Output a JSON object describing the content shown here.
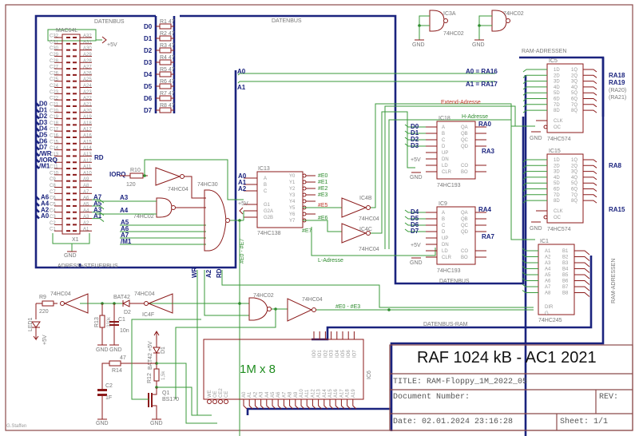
{
  "title_block": {
    "project": "RAF 1024 kB - AC1 2021",
    "title": "TITLE:  RAM-Floppy_1M_2022_05",
    "document_number": "Document Number:",
    "rev": "REV:",
    "date": "Date: 02.01.2024  23:16:28",
    "sheet": "Sheet: 1/1",
    "author": "G.Staffen"
  },
  "bus_labels": {
    "datenbus_left": "DATENBUS",
    "datenbus_mid": "DATENBUS",
    "datenbus_counters": "DATENBUS",
    "adress_steuerbus": "ADRESS+STEUERBUS",
    "ram_adressen_top": "RAM-ADRESSEN",
    "ram_adressen_side": "RAM-ADRESSEN",
    "datenbus_ram": "DATENBUS-RAM"
  },
  "connector": {
    "name": "MAC64L",
    "ref": "X1",
    "c_pins": [
      "C32",
      "C31",
      "C30",
      "C29",
      "C28",
      "C27",
      "C26",
      "C25",
      "C24",
      "C23",
      "C22",
      "C21",
      "C20",
      "C19",
      "C18",
      "C17",
      "C16",
      "C15",
      "C14",
      "C13",
      "C12",
      "C11",
      "C10",
      "C9",
      "C8",
      "C7",
      "C6",
      "C5",
      "C4",
      "C3",
      "C2",
      "C1"
    ],
    "a_pins": [
      "A32",
      "A31",
      "A30",
      "A29",
      "A28",
      "A27",
      "A26",
      "A25",
      "A24",
      "A23",
      "A22",
      "A21",
      "A20",
      "A19",
      "A18",
      "A17",
      "A16",
      "A15",
      "A14",
      "A13",
      "A12",
      "A11",
      "A10",
      "A9",
      "A8",
      "A7",
      "A6",
      "A5",
      "A4",
      "A3",
      "A2",
      "A1"
    ],
    "left_signals": [
      "D0",
      "D1",
      "D2",
      "D3",
      "D4",
      "D5",
      "D6",
      "D7",
      "/WR",
      "/IORQ",
      "/M1"
    ],
    "left_addr": [
      "A6",
      "A4",
      "A2",
      "A0"
    ],
    "right_addr": [
      "A7",
      "A5",
      "A3",
      "A1"
    ],
    "rd": "RD",
    "vcc": "+5V",
    "gnd": "GND"
  },
  "resistors_data": {
    "nets": [
      "D0",
      "D1",
      "D2",
      "D3",
      "D4",
      "D5",
      "D6",
      "D7"
    ],
    "labels": [
      "R1  47",
      "R2  47",
      "R3  47",
      "R4  47",
      "R5  47",
      "R6  47",
      "R7  47",
      "R8  47"
    ]
  },
  "decoder": {
    "r10": "R10",
    "r10_val": "120",
    "iorq": "IORQ",
    "inv1": "74HC04",
    "nor1": "74HC02",
    "nand8": "74HC30",
    "a3": "A3",
    "a4": "A4",
    "a5": "A5",
    "a6": "A6",
    "a7": "A7",
    "m1": "/M1",
    "ic13": "IC13",
    "ic13_type": "74HC138",
    "ic13_in": [
      "A",
      "B",
      "C",
      "G1",
      "G2A",
      "G2B"
    ],
    "ic13_out": [
      "Y0",
      "Y1",
      "Y2",
      "Y3",
      "Y4",
      "Y5",
      "Y6",
      "Y7"
    ],
    "a0": "A0",
    "a1": "A1",
    "a2": "A2",
    "vcc": "+5V",
    "outs": [
      "#E0",
      "#E1",
      "#E2",
      "#E3"
    ],
    "e5": "#E5",
    "e6": "#E6",
    "e7": "#E7",
    "e0e7": "#E0 - #E7",
    "ic4b": "IC4B",
    "ic4c": "IC4C",
    "inv": "74HC04",
    "l_adresse": "L-Adresse"
  },
  "addr_lines": {
    "a0": "A0",
    "a1": "A1",
    "ra16": "A0 = RA16",
    "ra17": "A1 = RA17",
    "extend": "Extend-Adresse",
    "h_adresse": "H-Adresse"
  },
  "spare_gates": {
    "ic3a": "IC3A",
    "type": "74HC02",
    "type2": "74HC02",
    "gnd": "GND"
  },
  "counters": {
    "ic18": "IC18",
    "ic9": "IC9",
    "type": "74HC193",
    "in_d_hi": [
      "D0",
      "D1",
      "D2",
      "D3"
    ],
    "in_d_lo": [
      "D4",
      "D5",
      "D6",
      "D7"
    ],
    "pins_left": [
      "A",
      "B",
      "C",
      "D",
      "UP",
      "DN",
      "LD",
      "CLR"
    ],
    "pins_right": [
      "QA",
      "QB",
      "QC",
      "QD",
      "CO",
      "BO"
    ],
    "ra0": "RA0",
    "ra3": "RA3",
    "ra4": "RA4",
    "ra7": "RA7",
    "vcc": "+5V",
    "gnd": "GND"
  },
  "latches": {
    "ic5": "IC5",
    "ic15": "IC15",
    "type": "74HC574",
    "d_pins": [
      "1D",
      "2D",
      "3D",
      "4D",
      "5D",
      "6D",
      "7D",
      "8D"
    ],
    "q_pins": [
      "1Q",
      "2Q",
      "3Q",
      "4Q",
      "5Q",
      "6Q",
      "7Q",
      "8Q"
    ],
    "clk": "CLK",
    "oc": "OC",
    "ra18": "RA18",
    "ra19": "RA19",
    "ra20": "(RA20)",
    "ra21": "(RA21)",
    "ra8": "RA8",
    "ra15": "RA15",
    "gnd": "GND"
  },
  "transceiver": {
    "ic1": "IC1",
    "type": "74HC245",
    "a_pins": [
      "A1",
      "A2",
      "A3",
      "A4",
      "A5",
      "A6",
      "A7",
      "A8"
    ],
    "b_pins": [
      "B1",
      "B2",
      "B3",
      "B4",
      "B5",
      "B6",
      "B7",
      "B8"
    ],
    "dir": "DIR",
    "g": "G"
  },
  "control": {
    "wr": "WR",
    "a2": "A2",
    "rd": "RD",
    "nor": "74HC02",
    "inv": "74HC04",
    "e0e3": "#E0 - #E3"
  },
  "led_section": {
    "r9": "R9",
    "r9_val": "220",
    "led": "LED1",
    "inv": "74HC04",
    "r13": "R13",
    "r13_val": "330k",
    "c1": "C1",
    "c1_val": "10n",
    "d2": "D2",
    "d2_type": "BAT42",
    "ic4f": "IC4F",
    "inv2": "74HC04",
    "vcc": "+5V",
    "gnd": "GND"
  },
  "power_section": {
    "r14": "R14",
    "r14_val": "47",
    "c2": "C2",
    "c2_val": "1F",
    "d1": "D1",
    "d1_type": "BAT42",
    "r12": "R12",
    "r12_val": "1,5k",
    "q1": "Q1",
    "q1_type": "BS170",
    "vcc": "+5V",
    "gnd": "GND"
  },
  "ram": {
    "label": "1M x 8",
    "ref": "IC6",
    "ctrl": [
      "WE",
      "OE",
      "CE2",
      "CE"
    ],
    "addr": [
      "A0",
      "A1",
      "A2",
      "A3",
      "A4",
      "A5",
      "A6",
      "A7",
      "A8",
      "A9",
      "A10",
      "A11",
      "A12",
      "A13",
      "A14",
      "A15",
      "A16",
      "A17",
      "A18",
      "A19"
    ],
    "io": [
      "IO0",
      "IO1",
      "IO2",
      "IO3",
      "IO4",
      "IO5",
      "IO6",
      "IO7"
    ]
  },
  "colors": {
    "wire": "#3a9a3a",
    "bus": "#1a237e",
    "part": "#8b1a1a",
    "frame": "#8b4a4a",
    "highlight": "#c0392b"
  }
}
